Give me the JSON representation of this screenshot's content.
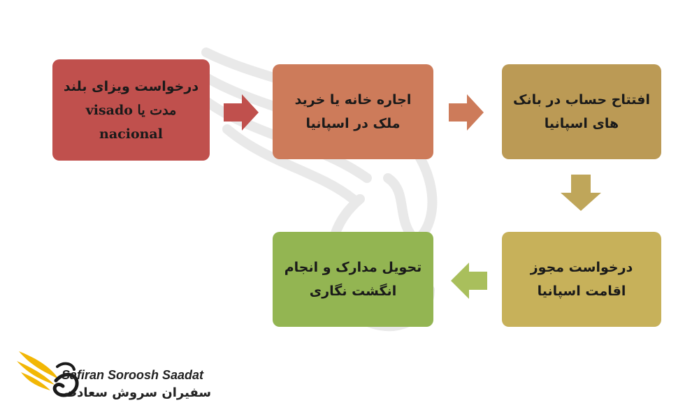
{
  "steps": [
    {
      "lines": [
        "درخواست ویزای بلند",
        "مدت یا  visado",
        "nacional"
      ]
    },
    {
      "lines": [
        "اجاره خانه یا خرید",
        "ملک در اسپانیا"
      ]
    },
    {
      "lines": [
        "افتتاح حساب در بانک",
        "های اسپانیا"
      ]
    },
    {
      "lines": [
        "درخواست مجوز",
        "اقامت اسپانیا"
      ]
    },
    {
      "lines": [
        "تحویل مدارک و انجام",
        "انگشت نگاری"
      ]
    }
  ],
  "colors": {
    "step1": "#c0504d",
    "step2": "#cd7b5a",
    "step3": "#bb9a55",
    "step4": "#c7b15a",
    "step5": "#93b552"
  },
  "logo": {
    "english": "Safiran Soroosh Saadat",
    "persian": "سفیران سروش سعادت",
    "icon": "phoenix-bird-icon"
  }
}
